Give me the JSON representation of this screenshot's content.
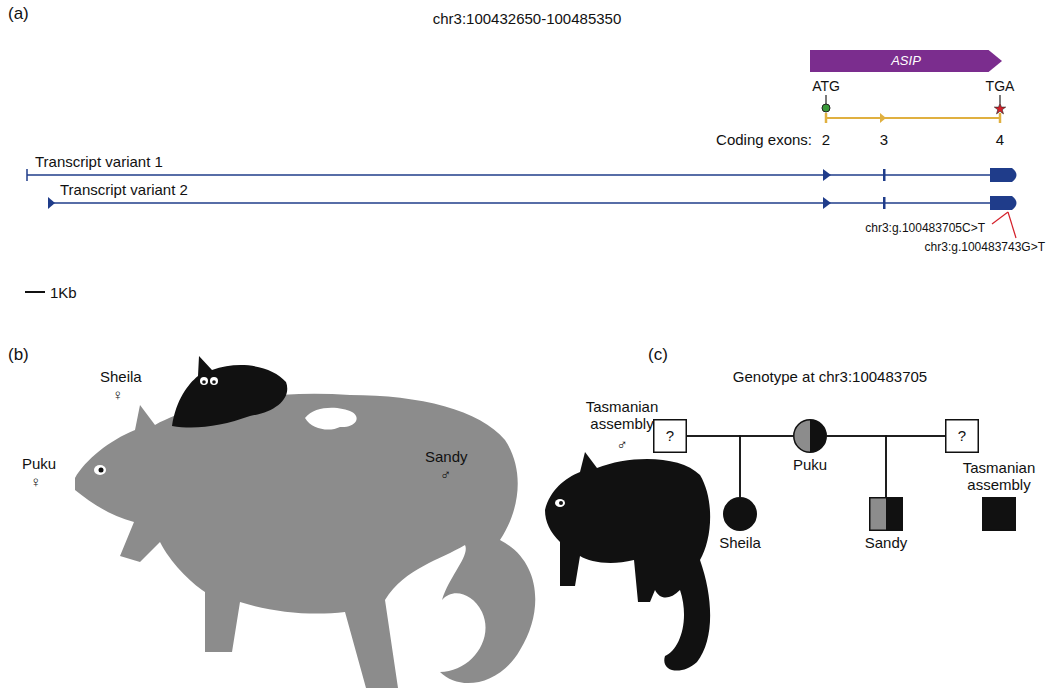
{
  "diagram": {
    "nodes": [
      {
        "text": [
          "ASIP"
        ]
      },
      {
        "text": [
          "?"
        ]
      },
      {
        "text": [
          "Puku"
        ]
      },
      {
        "text": [
          "?"
        ]
      },
      {
        "text": [
          "Sheila"
        ]
      },
      {
        "text": [
          "Sandy"
        ]
      },
      {
        "text": [
          "Tasmanian assembly"
        ]
      }
    ],
    "edges": [
      {
        "from": 1,
        "to": 2,
        "arrow": "none"
      },
      {
        "from": 2,
        "to": 3,
        "arrow": "none"
      },
      {
        "from": 1,
        "to": 4,
        "arrow": "none"
      },
      {
        "from": 2,
        "to": 4,
        "arrow": "none"
      },
      {
        "from": 2,
        "to": 5,
        "arrow": "none"
      },
      {
        "from": 3,
        "to": 5,
        "arrow": "none"
      }
    ],
    "labels": [
      "(a)",
      "chr3:100432650-100485350",
      "ATG",
      "TGA",
      "Coding exons:",
      "2",
      "3",
      "4",
      "Transcript variant 1",
      "Transcript variant 2",
      "chr3:g.100483705C>T",
      "chr3:g.100483743G>T",
      "1Kb",
      "(b)",
      "Sheila",
      "♀",
      "Puku",
      "♀",
      "Sandy",
      "♂",
      "Tasmanian assembly",
      "♂",
      "(c)",
      "Genotype at chr3:100483705"
    ]
  }
}
